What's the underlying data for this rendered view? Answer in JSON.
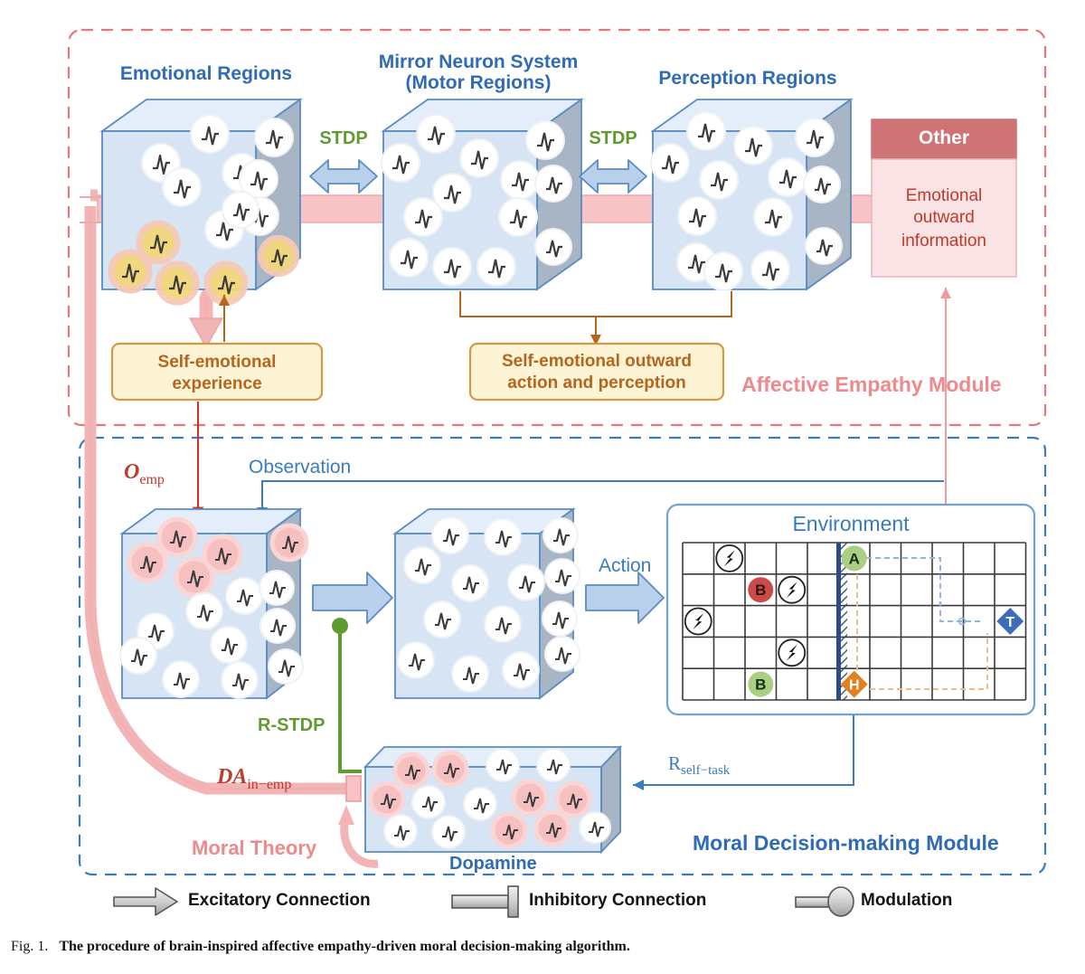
{
  "figure": {
    "caption_prefix": "Fig. 1.",
    "caption_text": "The procedure of brain-inspired affective empathy-driven moral decision-making algorithm."
  },
  "modules": {
    "affective": {
      "label": "Affective Empathy Module",
      "color": "#ee8a8d"
    },
    "moral": {
      "label": "Moral Decision-making Module",
      "color": "#3a7bc0"
    }
  },
  "brain_regions": [
    {
      "id": "emotional",
      "title": "Emotional Regions",
      "title_line2": ""
    },
    {
      "id": "mirror",
      "title": "Mirror Neuron System",
      "title_line2": "(Motor Regions)"
    },
    {
      "id": "perception",
      "title": "Perception Regions",
      "title_line2": ""
    }
  ],
  "connections": {
    "stdp_left": "STDP",
    "stdp_right": "STDP",
    "rstdp": "R-STDP",
    "observation": "Observation",
    "action": "Action",
    "moral_theory": "Moral Theory",
    "o_emp_base": "O",
    "o_emp_sub": "emp",
    "da_base": "DA",
    "da_sub": "in−emp",
    "r_base": "R",
    "r_sub": "self−task"
  },
  "other_box": {
    "header": "Other",
    "body_lines": [
      "Emotional",
      "outward",
      "information"
    ],
    "header_color": "#cf7376",
    "body_color": "#fae3e4"
  },
  "process_boxes": [
    {
      "id": "self-emotional-experience",
      "lines": [
        "Self-emotional",
        "experience"
      ]
    },
    {
      "id": "self-emotional-outward",
      "lines": [
        "Self-emotional outward",
        "action and perception"
      ]
    }
  ],
  "dopamine": {
    "label": "Dopamine"
  },
  "environment": {
    "title": "Environment",
    "grid": {
      "cols": 11,
      "rows": 5
    },
    "wall_column": 5,
    "markers": [
      {
        "type": "hazard",
        "col": 1,
        "row": 0
      },
      {
        "type": "agent-red",
        "label": "B",
        "col": 2,
        "row": 1,
        "color": "#cc4b47"
      },
      {
        "type": "hazard",
        "col": 3,
        "row": 1
      },
      {
        "type": "hazard",
        "col": 0,
        "row": 2
      },
      {
        "type": "hazard",
        "col": 3,
        "row": 3
      },
      {
        "type": "agent-green",
        "label": "B",
        "col": 2,
        "row": 4,
        "color": "#a8cf82"
      },
      {
        "type": "agent-green",
        "label": "A",
        "col": 5,
        "row": 0,
        "color": "#a8cf82"
      },
      {
        "type": "target-blue",
        "label": "T",
        "col": 10,
        "row": 2,
        "color": "#3d6cb9"
      },
      {
        "type": "target-orange",
        "label": "H",
        "col": 5,
        "row": 4,
        "color": "#e2821e"
      }
    ]
  },
  "legend": {
    "items": [
      {
        "id": "excitatory",
        "label": "Excitatory Connection",
        "glyph": "arrow-icon"
      },
      {
        "id": "inhibitory",
        "label": "Inhibitory Connection",
        "glyph": "bar-icon"
      },
      {
        "id": "modulation",
        "label": "Modulation",
        "glyph": "ball-icon"
      }
    ]
  },
  "colors": {
    "cube_front": "#d6e4f3",
    "cube_top": "#e4eefa",
    "cube_side": "#a8b5c4",
    "cube_stroke": "#5a8bc4",
    "pink": "#f3b4b6",
    "blue_arrow": "#b9d0ea",
    "green": "#5f9b30",
    "box_fill": "#fdf3d5",
    "box_stroke": "#d29a45"
  }
}
